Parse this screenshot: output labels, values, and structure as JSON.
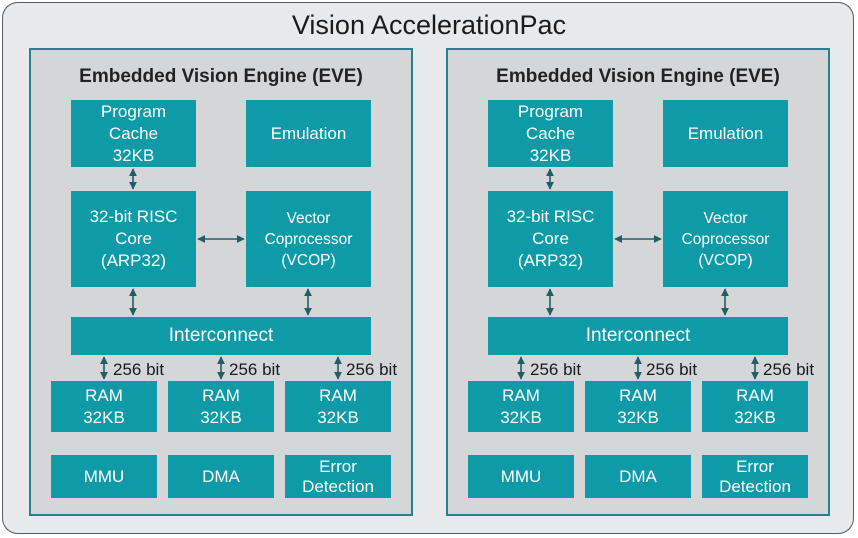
{
  "title": "Vision AccelerationPac",
  "engines": [
    {
      "title": "Embedded Vision Engine (EVE)",
      "program_cache": "Program\nCache\n32KB",
      "emulation": "Emulation",
      "risc_core": "32-bit RISC\nCore\n(ARP32)",
      "vcop": "Vector\nCoprocessor\n(VCOP)",
      "interconnect": "Interconnect",
      "bus_labels": [
        "256 bit",
        "256 bit",
        "256 bit"
      ],
      "ram": [
        "RAM\n32KB",
        "RAM\n32KB",
        "RAM\n32KB"
      ],
      "mmu": "MMU",
      "dma": "DMA",
      "error_detection": "Error\nDetection"
    },
    {
      "title": "Embedded Vision Engine (EVE)",
      "program_cache": "Program\nCache\n32KB",
      "emulation": "Emulation",
      "risc_core": "32-bit RISC\nCore\n(ARP32)",
      "vcop": "Vector\nCoprocessor\n(VCOP)",
      "interconnect": "Interconnect",
      "bus_labels": [
        "256 bit",
        "256 bit",
        "256 bit"
      ],
      "ram": [
        "RAM\n32KB",
        "RAM\n32KB",
        "RAM\n32KB"
      ],
      "mmu": "MMU",
      "dma": "DMA",
      "error_detection": "Error\nDetection"
    }
  ],
  "colors": {
    "block": "#0e9aa7",
    "engine_border": "#2a7f8e",
    "engine_bg": "#d5d6d8",
    "outer_bg": "#e8e9ea",
    "arrow": "#1e5e68"
  }
}
